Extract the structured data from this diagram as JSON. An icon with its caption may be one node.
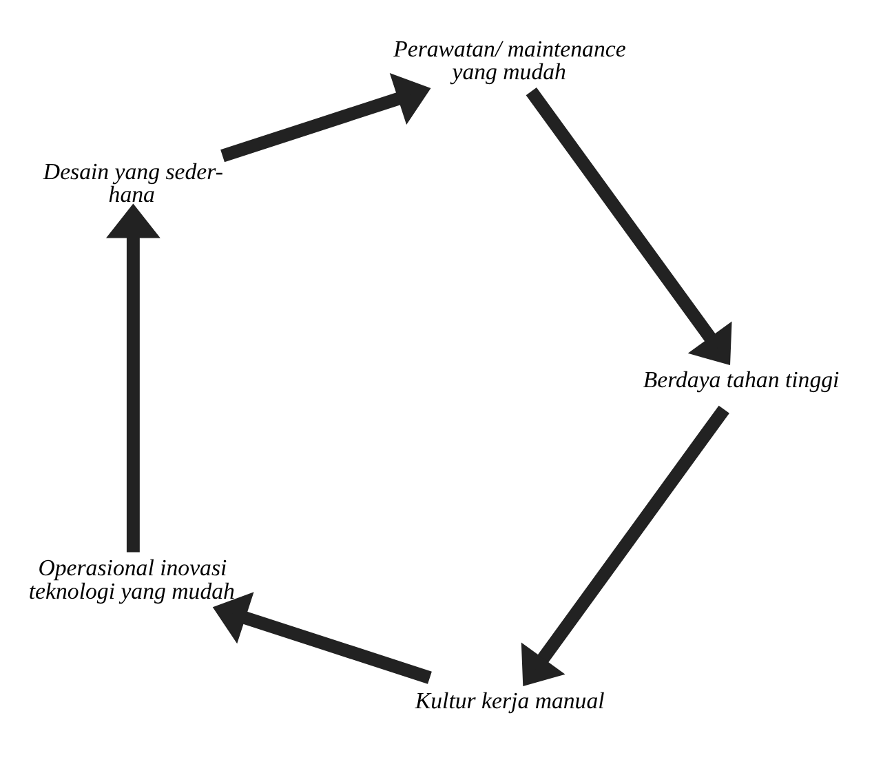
{
  "diagram": {
    "nodes": [
      {
        "text": [
          "Kultur kerja manual"
        ]
      },
      {
        "text": [
          "Operasional inovasi teknologi yang mudah"
        ]
      },
      {
        "text": [
          "Desain yang seder- hana"
        ]
      },
      {
        "text": [
          "Perawatan/ maintenance yang mudah"
        ]
      },
      {
        "text": [
          "Berdaya tahan tinggi"
        ]
      }
    ],
    "edges": [
      {
        "from": 0,
        "to": 1,
        "arrow": "to"
      },
      {
        "from": 1,
        "to": 2,
        "arrow": "to"
      },
      {
        "from": 2,
        "to": 3,
        "arrow": "to"
      },
      {
        "from": 3,
        "to": 4,
        "arrow": "to"
      },
      {
        "from": 4,
        "to": 0,
        "arrow": "to"
      }
    ]
  }
}
